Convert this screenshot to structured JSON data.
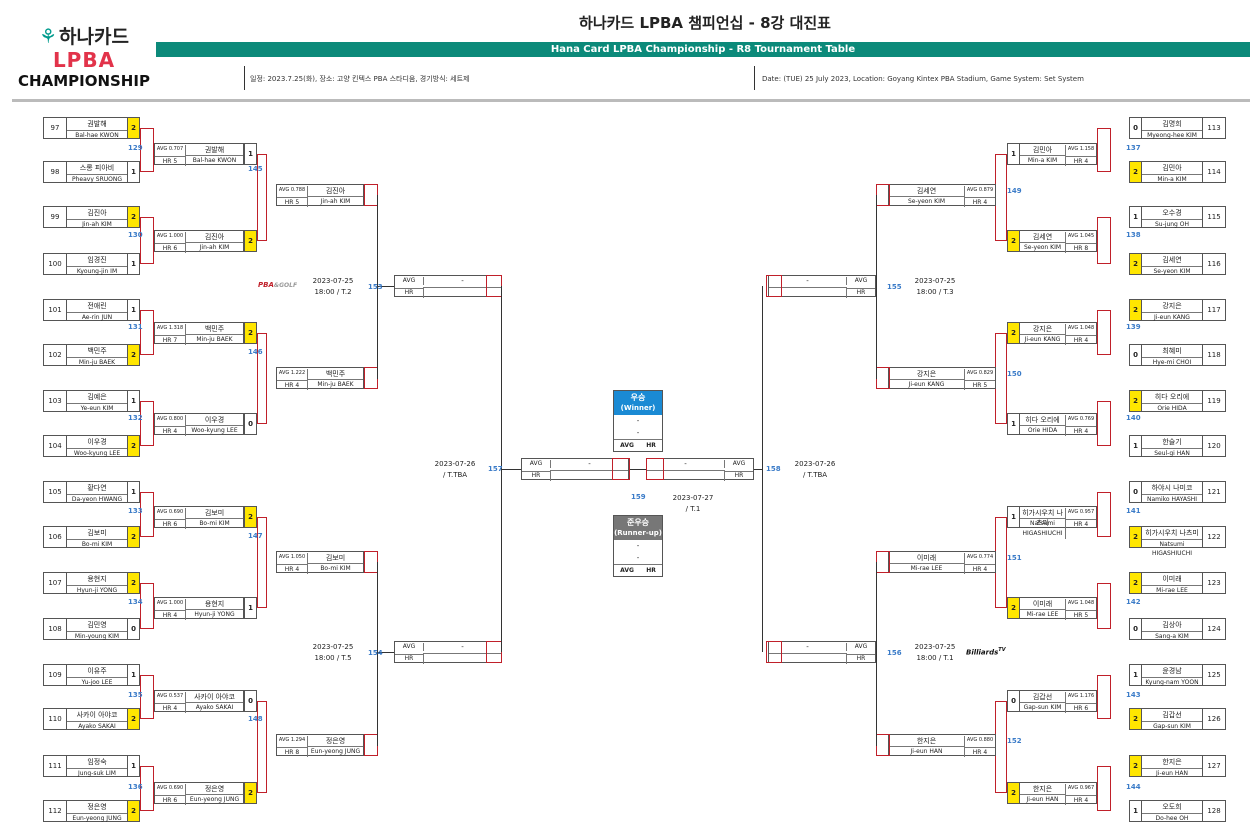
{
  "header": {
    "logo_top": "하나카드",
    "logo_mid": "LPBA",
    "logo_bottom": "CHAMPIONSHIP",
    "title": "하나카드 LPBA 챔피언십 - 8강 대진표",
    "subtitle": "Hana Card LPBA Championship - R8 Tournament Table",
    "info_kr": "일정: 2023.7.25(화), 장소: 고양 킨텍스 PBA 스타디움, 경기방식: 세트제",
    "info_en": "Date: (TUE) 25 July 2023, Location: Goyang Kintex PBA Stadium, Game System: Set System"
  },
  "labels": {
    "avg": "AVG",
    "hr": "HR",
    "dash": "-"
  },
  "colors": {
    "teal": "#0c8a7a",
    "winner_blue": "#1a8ad4",
    "runnerup_gray": "#777777",
    "win_yellow": "#ffe600",
    "match_blue": "#3a7bc8"
  },
  "sponsors": {
    "left": "PBA GOLF",
    "right": "Billiards TV"
  },
  "left_players": [
    {
      "seed": "97",
      "kr": "권발해",
      "en": "Bal-hae KWON",
      "score": "2",
      "win": true
    },
    {
      "seed": "98",
      "kr": "스롱 피아비",
      "en": "Pheavy SRUONG",
      "score": "1",
      "win": false
    },
    {
      "seed": "99",
      "kr": "김진아",
      "en": "Jin-ah KIM",
      "score": "2",
      "win": true
    },
    {
      "seed": "100",
      "kr": "임경진",
      "en": "Kyoung-jin IM",
      "score": "1",
      "win": false
    },
    {
      "seed": "101",
      "kr": "전애린",
      "en": "Ae-rin JUN",
      "score": "1",
      "win": false
    },
    {
      "seed": "102",
      "kr": "백민주",
      "en": "Min-ju BAEK",
      "score": "2",
      "win": true
    },
    {
      "seed": "103",
      "kr": "김예은",
      "en": "Ye-eun KIM",
      "score": "1",
      "win": false
    },
    {
      "seed": "104",
      "kr": "이우경",
      "en": "Woo-kyung LEE",
      "score": "2",
      "win": true
    },
    {
      "seed": "105",
      "kr": "황다연",
      "en": "Da-yeon HWANG",
      "score": "1",
      "win": false
    },
    {
      "seed": "106",
      "kr": "김보미",
      "en": "Bo-mi KIM",
      "score": "2",
      "win": true
    },
    {
      "seed": "107",
      "kr": "용현지",
      "en": "Hyun-ji YONG",
      "score": "2",
      "win": true
    },
    {
      "seed": "108",
      "kr": "김민영",
      "en": "Min-young KIM",
      "score": "0",
      "win": false
    },
    {
      "seed": "109",
      "kr": "이유주",
      "en": "Yu-joo LEE",
      "score": "1",
      "win": false
    },
    {
      "seed": "110",
      "kr": "사카이 아야코",
      "en": "Ayako SAKAI",
      "score": "2",
      "win": true
    },
    {
      "seed": "111",
      "kr": "임정숙",
      "en": "Jung-suk LIM",
      "score": "1",
      "win": false
    },
    {
      "seed": "112",
      "kr": "정은영",
      "en": "Eun-yeong JUNG",
      "score": "2",
      "win": true
    }
  ],
  "right_players": [
    {
      "seed": "113",
      "kr": "김명희",
      "en": "Myeong-hee KIM",
      "score": "0",
      "win": false
    },
    {
      "seed": "114",
      "kr": "김민아",
      "en": "Min-a KIM",
      "score": "2",
      "win": true
    },
    {
      "seed": "115",
      "kr": "오수경",
      "en": "Su-jung OH",
      "score": "1",
      "win": false
    },
    {
      "seed": "116",
      "kr": "김세연",
      "en": "Se-yeon KIM",
      "score": "2",
      "win": true
    },
    {
      "seed": "117",
      "kr": "강지은",
      "en": "Ji-eun KANG",
      "score": "2",
      "win": true
    },
    {
      "seed": "118",
      "kr": "최혜미",
      "en": "Hye-mi CHOI",
      "score": "0",
      "win": false
    },
    {
      "seed": "119",
      "kr": "히다 오리에",
      "en": "Orie HIDA",
      "score": "2",
      "win": true
    },
    {
      "seed": "120",
      "kr": "한슬기",
      "en": "Seul-gi HAN",
      "score": "1",
      "win": false
    },
    {
      "seed": "121",
      "kr": "하야시 나미코",
      "en": "Namiko HAYASHI",
      "score": "0",
      "win": false
    },
    {
      "seed": "122",
      "kr": "히가시우치 나츠미",
      "en": "Natsumi HIGASHIUCHI",
      "score": "2",
      "win": true
    },
    {
      "seed": "123",
      "kr": "이미래",
      "en": "Mi-rae LEE",
      "score": "2",
      "win": true
    },
    {
      "seed": "124",
      "kr": "김상아",
      "en": "Sang-a KIM",
      "score": "0",
      "win": false
    },
    {
      "seed": "125",
      "kr": "윤경남",
      "en": "Kyung-nam YOON",
      "score": "1",
      "win": false
    },
    {
      "seed": "126",
      "kr": "김갑선",
      "en": "Gap-sun KIM",
      "score": "2",
      "win": true
    },
    {
      "seed": "127",
      "kr": "한지은",
      "en": "Ji-eun HAN",
      "score": "2",
      "win": true
    },
    {
      "seed": "128",
      "kr": "오도희",
      "en": "Do-hee OH",
      "score": "1",
      "win": false
    }
  ],
  "left_r16": [
    {
      "match": "129",
      "avg": "AVG 0.707",
      "hr": "HR 5",
      "kr": "권발해",
      "en": "Bal-hae KWON",
      "score": "1",
      "win": false
    },
    {
      "match": "130",
      "avg": "AVG 1.000",
      "hr": "HR 6",
      "kr": "김진아",
      "en": "Jin-ah KIM",
      "score": "2",
      "win": true
    },
    {
      "match": "131",
      "avg": "AVG 1.318",
      "hr": "HR 7",
      "kr": "백민주",
      "en": "Min-ju BAEK",
      "score": "2",
      "win": true
    },
    {
      "match": "132",
      "avg": "AVG 0.800",
      "hr": "HR 4",
      "kr": "이우경",
      "en": "Woo-kyung LEE",
      "score": "0",
      "win": false
    },
    {
      "match": "133",
      "avg": "AVG 0.690",
      "hr": "HR 6",
      "kr": "김보미",
      "en": "Bo-mi KIM",
      "score": "2",
      "win": true
    },
    {
      "match": "134",
      "avg": "AVG 1.000",
      "hr": "HR 4",
      "kr": "용현지",
      "en": "Hyun-ji YONG",
      "score": "1",
      "win": false
    },
    {
      "match": "135",
      "avg": "AVG 0.537",
      "hr": "HR 4",
      "kr": "사카이 아야코",
      "en": "Ayako SAKAI",
      "score": "0",
      "win": false
    },
    {
      "match": "136",
      "avg": "AVG 0.690",
      "hr": "HR 6",
      "kr": "정은영",
      "en": "Eun-yeong JUNG",
      "score": "2",
      "win": true
    }
  ],
  "right_r16": [
    {
      "match": "137",
      "avg": "AVG 1.158",
      "hr": "HR 4",
      "kr": "김민아",
      "en": "Min-a KIM",
      "score": "1",
      "win": false
    },
    {
      "match": "138",
      "avg": "AVG 1.045",
      "hr": "HR 8",
      "kr": "김세연",
      "en": "Se-yeon KIM",
      "score": "2",
      "win": true
    },
    {
      "match": "139",
      "avg": "AVG 1.048",
      "hr": "HR 4",
      "kr": "강지은",
      "en": "Ji-eun KANG",
      "score": "2",
      "win": true
    },
    {
      "match": "140",
      "avg": "AVG 0.769",
      "hr": "HR 4",
      "kr": "히다 오리에",
      "en": "Orie HIDA",
      "score": "1",
      "win": false
    },
    {
      "match": "141",
      "avg": "AVG 0.957",
      "hr": "HR 4",
      "kr": "히가시우치 나츠미",
      "en": "Natsumi HIGASHIUCHI",
      "score": "1",
      "win": false
    },
    {
      "match": "142",
      "avg": "AVG 1.048",
      "hr": "HR 5",
      "kr": "이미래",
      "en": "Mi-rae LEE",
      "score": "2",
      "win": true
    },
    {
      "match": "143",
      "avg": "AVG 1.176",
      "hr": "HR 6",
      "kr": "김갑선",
      "en": "Gap-sun KIM",
      "score": "0",
      "win": false
    },
    {
      "match": "144",
      "avg": "AVG 0.967",
      "hr": "HR 4",
      "kr": "한지은",
      "en": "Ji-eun HAN",
      "score": "2",
      "win": true
    }
  ],
  "left_qf": [
    {
      "match": "145",
      "avg": "AVG 0.788",
      "hr": "HR 5",
      "kr": "김진아",
      "en": "Jin-ah KIM"
    },
    {
      "match": "146",
      "avg": "AVG 1.222",
      "hr": "HR 4",
      "kr": "백민주",
      "en": "Min-ju BAEK"
    },
    {
      "match": "147",
      "avg": "AVG 1.050",
      "hr": "HR 4",
      "kr": "김보미",
      "en": "Bo-mi KIM"
    },
    {
      "match": "148",
      "avg": "AVG 1.294",
      "hr": "HR 8",
      "kr": "정은영",
      "en": "Eun-yeong JUNG"
    }
  ],
  "right_qf": [
    {
      "match": "149",
      "avg": "AVG 0.879",
      "hr": "HR 4",
      "kr": "김세연",
      "en": "Se-yeon KIM"
    },
    {
      "match": "150",
      "avg": "AVG 0.829",
      "hr": "HR 5",
      "kr": "강지은",
      "en": "Ji-eun KANG"
    },
    {
      "match": "151",
      "avg": "AVG 0.774",
      "hr": "HR 4",
      "kr": "이미래",
      "en": "Mi-rae LEE"
    },
    {
      "match": "152",
      "avg": "AVG 0.880",
      "hr": "HR 4",
      "kr": "한지은",
      "en": "Ji-eun HAN"
    }
  ],
  "semis": [
    {
      "match": "153",
      "date": "2023-07-25",
      "time": "18:00 / T.2"
    },
    {
      "match": "154",
      "date": "2023-07-25",
      "time": "18:00 / T.5"
    },
    {
      "match": "155",
      "date": "2023-07-25",
      "time": "18:00 / T.3"
    },
    {
      "match": "156",
      "date": "2023-07-25",
      "time": "18:00 / T.1"
    }
  ],
  "finals": [
    {
      "match": "157",
      "date": "2023-07-26",
      "time": "/ T.TBA"
    },
    {
      "match": "158",
      "date": "2023-07-26",
      "time": "/ T.TBA"
    },
    {
      "match": "159",
      "date": "2023-07-27",
      "time": "/ T.1"
    }
  ],
  "winner": {
    "title": "우승",
    "sub": "(Winner)"
  },
  "runnerup": {
    "title": "준우승",
    "sub": "(Runner-up)"
  }
}
